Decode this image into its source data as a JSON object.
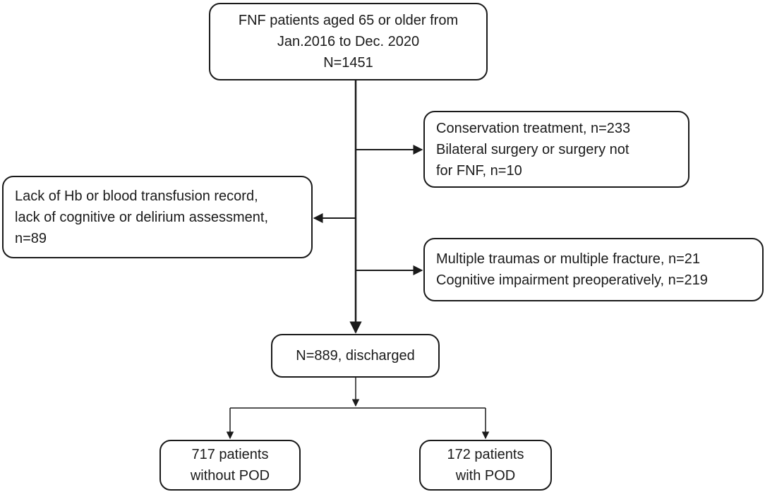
{
  "diagram": {
    "start": {
      "lines": [
        "FNF patients aged 65 or older from",
        "Jan.2016 to Dec. 2020",
        "N=1451"
      ]
    },
    "exclusion_1": {
      "lines": [
        "Conservation treatment, n=233",
        "Bilateral surgery or surgery not",
        "for FNF, n=10"
      ]
    },
    "exclusion_2": {
      "lines": [
        "Lack of Hb or blood transfusion record,",
        "lack of cognitive or delirium assessment,",
        "n=89"
      ]
    },
    "exclusion_3": {
      "lines": [
        "Multiple traumas or multiple fracture, n=21",
        "Cognitive impairment preoperatively, n=219"
      ]
    },
    "final": {
      "lines": [
        "N=889, discharged"
      ]
    },
    "outcome_no_pod": {
      "lines": [
        "717 patients",
        "without POD"
      ]
    },
    "outcome_pod": {
      "lines": [
        "172 patients",
        "with POD"
      ]
    },
    "colors": {
      "stroke": "#1a1a1a",
      "background": "#ffffff"
    }
  }
}
